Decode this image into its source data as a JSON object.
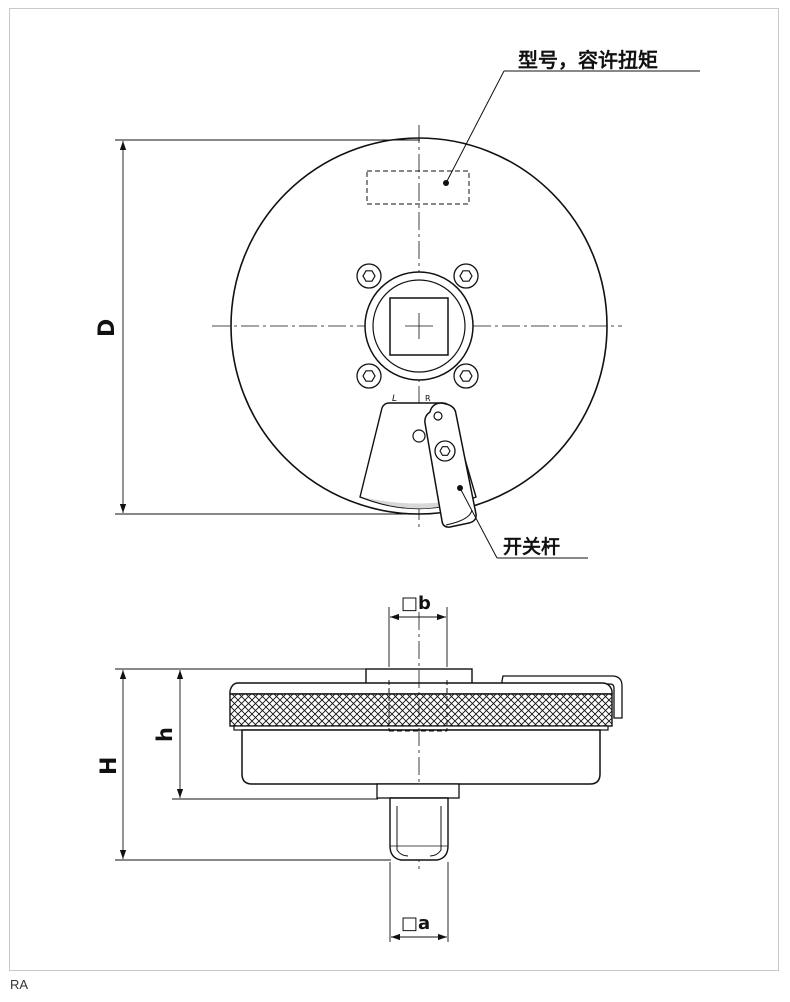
{
  "caption": "RA",
  "labels": {
    "model_torque": "型号，容许扭矩",
    "lever": "开关杆",
    "D": "D",
    "b": "□b",
    "h": "h",
    "H": "H",
    "a": "□a",
    "L": "L",
    "R": "R"
  }
}
